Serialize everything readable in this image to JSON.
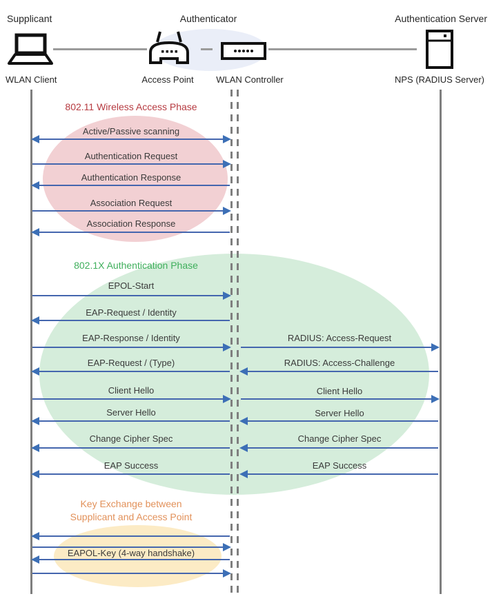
{
  "lanes": {
    "roles": [
      {
        "label": "Supplicant"
      },
      {
        "label": "Authenticator"
      },
      {
        "label": "Authentication Server"
      }
    ],
    "devices": [
      {
        "label": "WLAN Client",
        "icon": "laptop-icon"
      },
      {
        "label": "Access Point",
        "icon": "access-point-icon"
      },
      {
        "label": "WLAN Controller",
        "icon": "wlan-controller-icon"
      },
      {
        "label": "NPS (RADIUS Server)",
        "icon": "server-icon"
      }
    ]
  },
  "phases": [
    {
      "title": "802.11 Wireless Access Phase",
      "title_color": "#B63A40",
      "ellipse_color": "#F2D0D3"
    },
    {
      "title": "802.1X Authentication Phase",
      "title_color": "#3FAF5C",
      "ellipse_color": "#D5EDDB"
    },
    {
      "title": "Key Exchange between Supplicant and Access Point",
      "title_line1": "Key Exchange between",
      "title_line2": "Supplicant and Access Point",
      "title_color": "#E2915A",
      "ellipse_color": "#FCEBC5"
    }
  ],
  "client_controller_messages": [
    {
      "label": "Active/Passive scanning",
      "direction": "both"
    },
    {
      "label": "Authentication Request",
      "direction": "right"
    },
    {
      "label": "Authentication Response",
      "direction": "left"
    },
    {
      "label": "Association Request",
      "direction": "right"
    },
    {
      "label": "Association Response",
      "direction": "left"
    },
    {
      "label": "EPOL-Start",
      "direction": "right"
    },
    {
      "label": "EAP-Request / Identity",
      "direction": "left"
    },
    {
      "label": "EAP-Response / Identity",
      "direction": "right"
    },
    {
      "label": "EAP-Request / (Type)",
      "direction": "left"
    },
    {
      "label": "Client Hello",
      "direction": "right"
    },
    {
      "label": "Server Hello",
      "direction": "left"
    },
    {
      "label": "Change Cipher Spec",
      "direction": "left"
    },
    {
      "label": "EAP Success",
      "direction": "left"
    },
    {
      "label": "",
      "direction": "left"
    },
    {
      "label": "",
      "direction": "right"
    },
    {
      "label": "EAPOL-Key (4-way handshake)",
      "direction": "left"
    },
    {
      "label": "",
      "direction": "right"
    }
  ],
  "controller_server_messages": [
    {
      "label": "RADIUS: Access-Request",
      "direction": "right"
    },
    {
      "label": "RADIUS: Access-Challenge",
      "direction": "left"
    },
    {
      "label": "Client Hello",
      "direction": "right"
    },
    {
      "label": "Server Hello",
      "direction": "left"
    },
    {
      "label": "Change Cipher Spec",
      "direction": "left"
    },
    {
      "label": "EAP Success",
      "direction": "left"
    }
  ],
  "colors": {
    "arrow": "#4466AE",
    "arrow_head": "#3C6FB6",
    "lifeline": "#7F7F7F",
    "connector": "#9B9B9B",
    "message_text": "#3A3A3A"
  }
}
